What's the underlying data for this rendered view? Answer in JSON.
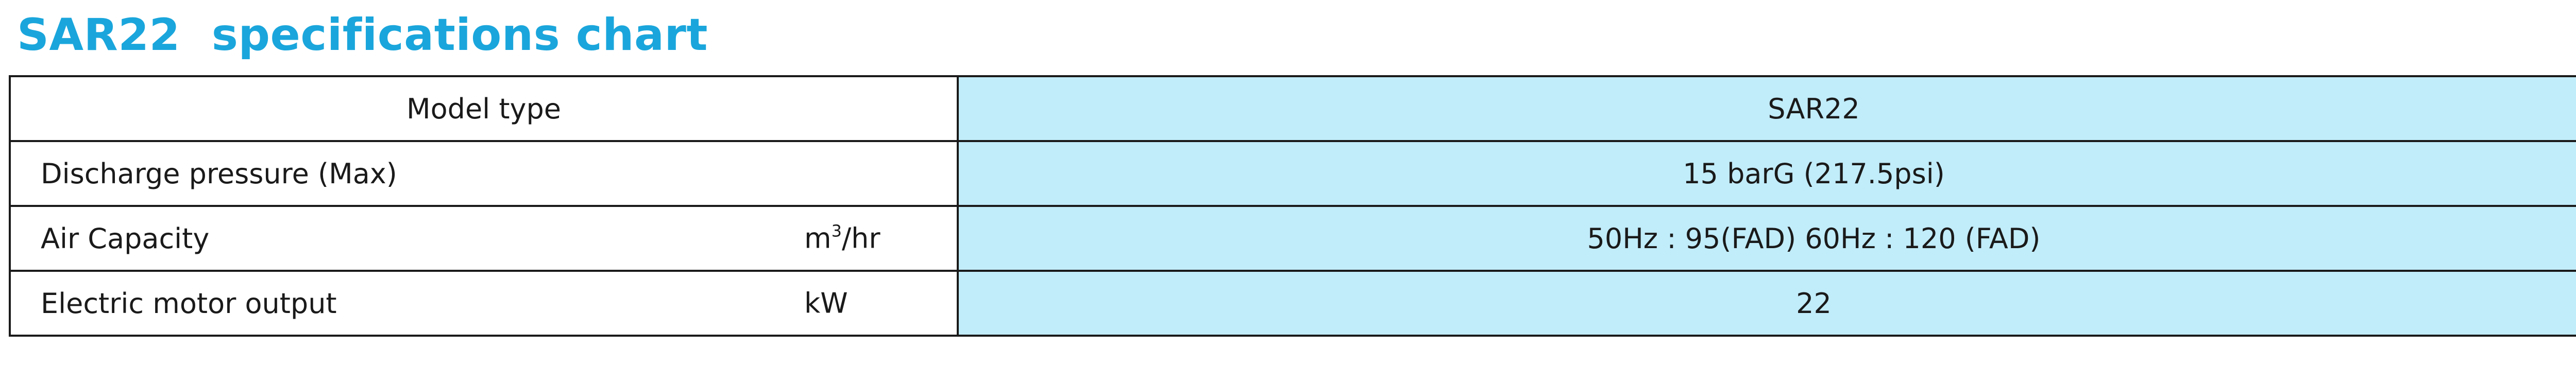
{
  "title": "SAR22  specifications chart",
  "table": {
    "header": {
      "label": "Model type",
      "value": "SAR22"
    },
    "rows": [
      {
        "label": "Discharge pressure (Max)",
        "unit_base": "",
        "unit_sup": "",
        "unit_rest": "",
        "value": "15 barG (217.5psi)"
      },
      {
        "label": "Air Capacity",
        "unit_base": "m",
        "unit_sup": "3",
        "unit_rest": "/hr",
        "value": "50Hz : 95(FAD) 60Hz : 120 (FAD)"
      },
      {
        "label": "Electric motor output",
        "unit_base": "kW",
        "unit_sup": "",
        "unit_rest": "",
        "value": "22"
      }
    ]
  },
  "colors": {
    "title": "#1aa6dc",
    "value_cell_bg": "#c1ecfa",
    "border": "#1a1a1a"
  }
}
